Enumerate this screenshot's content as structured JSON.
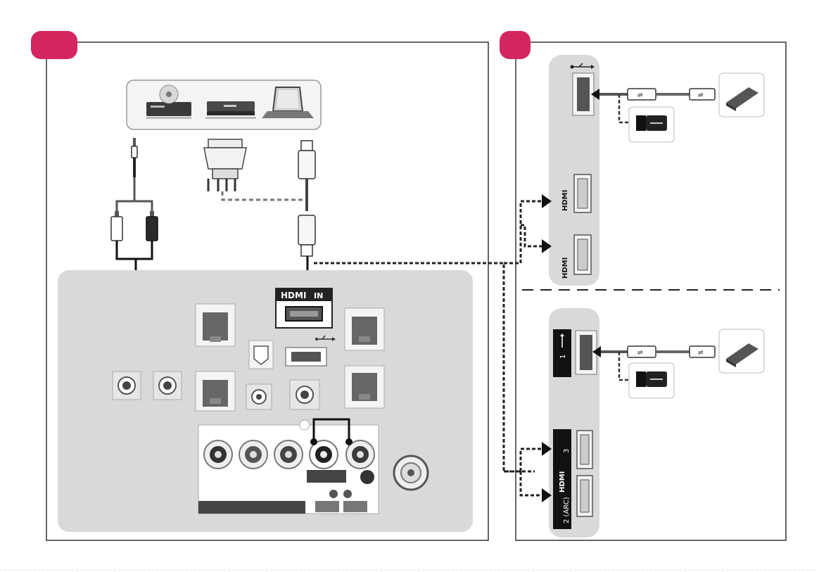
{
  "colors": {
    "badge": "#d4265e",
    "panel": "#d9d9d9",
    "frame": "#333333",
    "cable": "#111111",
    "connector_grey": "#8a8a8a"
  },
  "panels": {
    "left": {
      "badge_icon": "pink-badge"
    },
    "right": {
      "badge_icon": "pink-badge"
    }
  },
  "labels": {
    "hdmi_in_logo": "HDMI",
    "hdmi_in_suffix": "IN",
    "right_top_hdmi_a": "HDMI",
    "right_top_hdmi_b": "HDMI",
    "right_bottom_usb_port_number": "1",
    "right_bottom_hdmi_logo": "HDMI",
    "right_bottom_hdmi_port_3": "3",
    "right_bottom_hdmi_port_2": "2 (ARC)"
  },
  "icons": [
    "dvd-player-icon",
    "set-top-box-icon",
    "laptop-icon",
    "usb-symbol-icon",
    "usb-flash-drive-icon",
    "external-hard-drive-icon",
    "hdmi-plug-icon",
    "dvi-plug-icon",
    "audio-jack-icon",
    "rca-plug-icon"
  ]
}
